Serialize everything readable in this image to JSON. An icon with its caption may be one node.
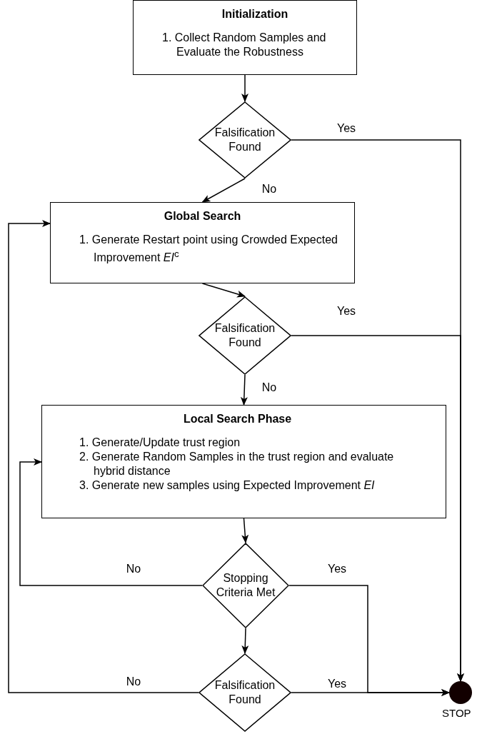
{
  "diagram": {
    "nodes": [
      {
        "text": [
          "Initialization",
          "1. Collect Random Samples and Evaluate the Robustness"
        ]
      },
      {
        "text": [
          "Falsification Found"
        ]
      },
      {
        "text": [
          "Global Search",
          "1. Generate Restart point using Crowded Expected Improvement *EI*$^{c}$"
        ]
      },
      {
        "text": [
          "Falsification Found"
        ]
      },
      {
        "text": [
          "Local Search Phase",
          "1. Generate/Update trust region",
          "2. Generate Random Samples in the trust region and evaluate hybrid distance",
          "3. Generate new samples using Expected Improvement *EI*"
        ]
      },
      {
        "text": [
          "Stopping Criteria Met"
        ]
      },
      {
        "text": [
          "Falsification Found"
        ]
      },
      {
        "text": [],
        "shape": "circle",
        "beside": [
          "STOP"
        ]
      }
    ],
    "edges": [
      {
        "from": 0,
        "to": 1,
        "arrow": "to"
      },
      {
        "from": 1,
        "to": 7,
        "arrow": "to",
        "label": "Yes"
      },
      {
        "from": 1,
        "to": 2,
        "arrow": "to",
        "label": "No"
      },
      {
        "from": 2,
        "to": 3,
        "arrow": "to"
      },
      {
        "from": 3,
        "to": 7,
        "arrow": "to",
        "label": "Yes"
      },
      {
        "from": 3,
        "to": 4,
        "arrow": "to",
        "label": "No"
      },
      {
        "from": 4,
        "to": 5,
        "arrow": "to"
      },
      {
        "from": 5,
        "to": 4,
        "arrow": "to",
        "label": "No"
      },
      {
        "from": 5,
        "to": 7,
        "arrow": "to",
        "label": "Yes"
      },
      {
        "from": 5,
        "to": 6,
        "arrow": "to"
      },
      {
        "from": 6,
        "to": 7,
        "arrow": "to",
        "label": "Yes"
      },
      {
        "from": 6,
        "to": 2,
        "arrow": "to",
        "label": "No"
      }
    ]
  }
}
